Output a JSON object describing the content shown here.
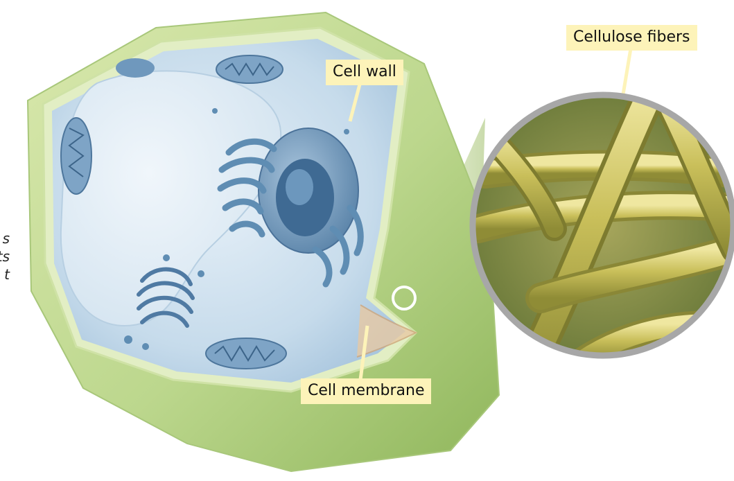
{
  "labels": {
    "cell_wall": "Cell wall",
    "cellulose_fibers": "Cellulose fibers",
    "cell_membrane": "Cell membrane"
  },
  "cropped_side_text": [
    "s",
    "ts",
    "t"
  ],
  "colors": {
    "cell_wall_green": "#bfd88f",
    "cell_wall_dark": "#95b85c",
    "cytoplasm_blue": "#cfe0ee",
    "organelle_blue": "#5f8db3",
    "fiber_yellow": "#b8b24a",
    "fiber_highlight": "#e3d98a",
    "label_bg": "#fdf3b9",
    "magnifier_ring": "#a7a7a7"
  }
}
